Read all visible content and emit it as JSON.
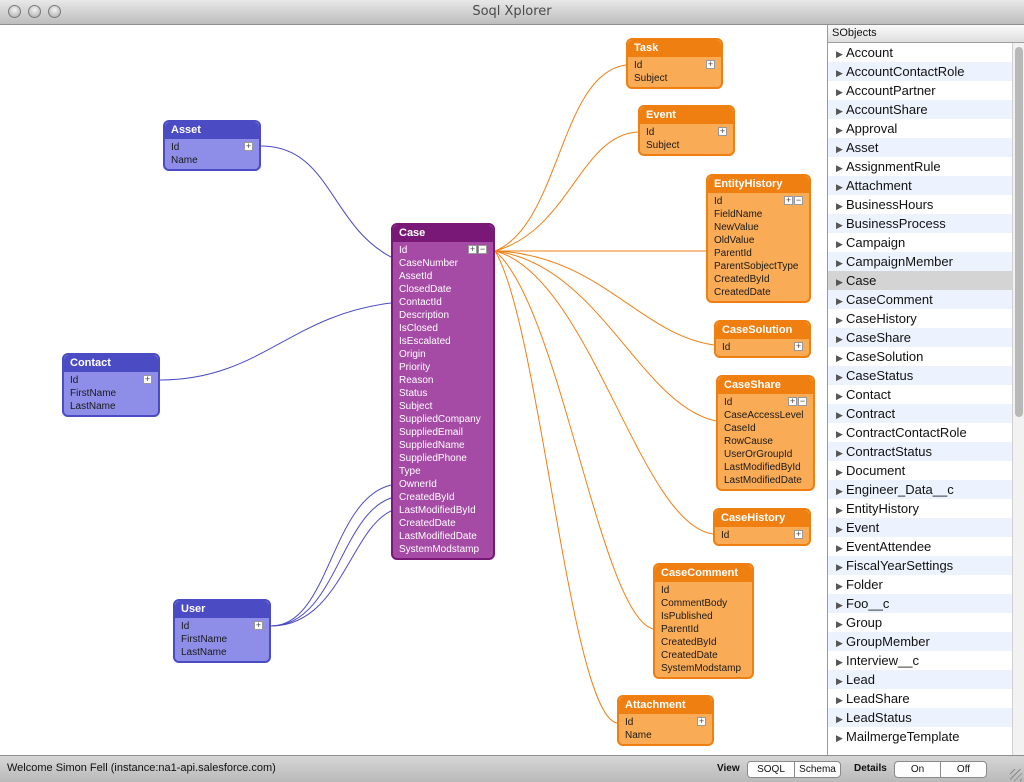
{
  "window": {
    "title": "Soql Xplorer"
  },
  "entities": {
    "asset": {
      "name": "Asset",
      "fields": [
        "Id",
        "Name"
      ]
    },
    "contact": {
      "name": "Contact",
      "fields": [
        "Id",
        "FirstName",
        "LastName"
      ]
    },
    "user": {
      "name": "User",
      "fields": [
        "Id",
        "FirstName",
        "LastName"
      ]
    },
    "case": {
      "name": "Case",
      "fields": [
        "Id",
        "CaseNumber",
        "AssetId",
        "ClosedDate",
        "ContactId",
        "Description",
        "IsClosed",
        "IsEscalated",
        "Origin",
        "Priority",
        "Reason",
        "Status",
        "Subject",
        "SuppliedCompany",
        "SuppliedEmail",
        "SuppliedName",
        "SuppliedPhone",
        "Type",
        "OwnerId",
        "CreatedById",
        "LastModifiedById",
        "CreatedDate",
        "LastModifiedDate",
        "SystemModstamp"
      ]
    },
    "task": {
      "name": "Task",
      "fields": [
        "Id",
        "Subject"
      ]
    },
    "event": {
      "name": "Event",
      "fields": [
        "Id",
        "Subject"
      ]
    },
    "entity_history": {
      "name": "EntityHistory",
      "fields": [
        "Id",
        "FieldName",
        "NewValue",
        "OldValue",
        "ParentId",
        "ParentSobjectType",
        "CreatedById",
        "CreatedDate"
      ]
    },
    "case_solution": {
      "name": "CaseSolution",
      "fields": [
        "Id"
      ]
    },
    "case_share": {
      "name": "CaseShare",
      "fields": [
        "Id",
        "CaseAccessLevel",
        "CaseId",
        "RowCause",
        "UserOrGroupId",
        "LastModifiedById",
        "LastModifiedDate"
      ]
    },
    "case_history": {
      "name": "CaseHistory",
      "fields": [
        "Id"
      ]
    },
    "case_comment": {
      "name": "CaseComment",
      "fields": [
        "Id",
        "CommentBody",
        "IsPublished",
        "ParentId",
        "CreatedById",
        "CreatedDate",
        "SystemModstamp"
      ]
    },
    "attachment": {
      "name": "Attachment",
      "fields": [
        "Id",
        "Name"
      ]
    }
  },
  "sidebar": {
    "header": "SObjects",
    "selected": "Case",
    "items": [
      "Account",
      "AccountContactRole",
      "AccountPartner",
      "AccountShare",
      "Approval",
      "Asset",
      "AssignmentRule",
      "Attachment",
      "BusinessHours",
      "BusinessProcess",
      "Campaign",
      "CampaignMember",
      "Case",
      "CaseComment",
      "CaseHistory",
      "CaseShare",
      "CaseSolution",
      "CaseStatus",
      "Contact",
      "Contract",
      "ContractContactRole",
      "ContractStatus",
      "Document",
      "Engineer_Data__c",
      "EntityHistory",
      "Event",
      "EventAttendee",
      "FiscalYearSettings",
      "Folder",
      "Foo__c",
      "Group",
      "GroupMember",
      "Interview__c",
      "Lead",
      "LeadShare",
      "LeadStatus",
      "MailmergeTemplate"
    ]
  },
  "statusbar": {
    "welcome": "Welcome Simon Fell (instance:na1-api.salesforce.com)",
    "view_label": "View",
    "view_options": [
      "SOQL",
      "Schema"
    ],
    "details_label": "Details",
    "details_options": [
      "On",
      "Off"
    ]
  },
  "colors": {
    "parent": "#4b4bc4",
    "center": "#7a1878",
    "child": "#f07f11"
  }
}
